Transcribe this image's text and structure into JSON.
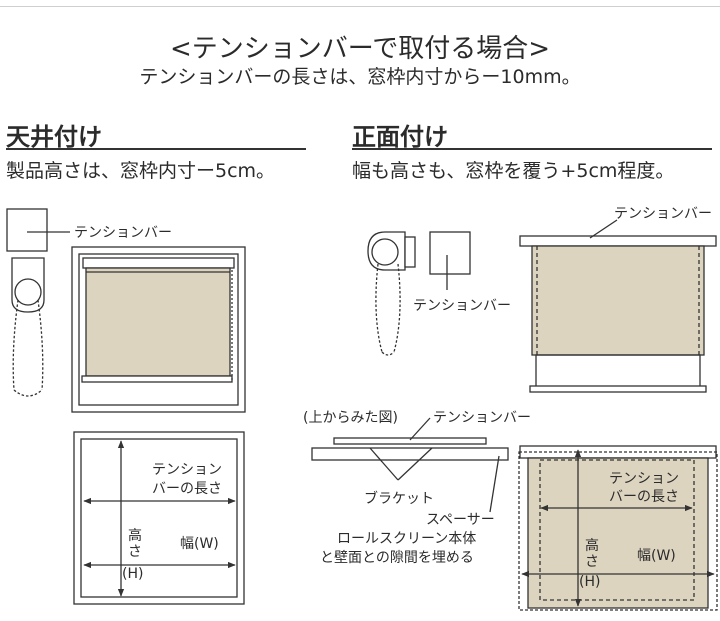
{
  "title": "<テンションバーで取付る場合>",
  "subtitle": "テンションバーの長さは、窓枠内寸からー10mm。",
  "left": {
    "heading": "天井付け",
    "description": "製品高さは、窓枠内寸ー5cm。",
    "label_tension_bar": "テンションバー",
    "label_tension_length_1": "テンション",
    "label_tension_length_2": "バーの長さ",
    "label_height_1": "高",
    "label_height_2": "さ",
    "label_height_3": "(H)",
    "label_width": "幅(W)"
  },
  "right": {
    "heading": "正面付け",
    "description": "幅も高さも、窓枠を覆う+5cm程度。",
    "label_tension_bar_a": "テンションバー",
    "label_tension_bar_b": "テンションバー",
    "label_top_view": "(上からみた図)",
    "label_tension_bar_c": "テンションバー",
    "label_bracket": "ブラケット",
    "label_spacer": "スペーサー",
    "label_spacer_note_1": "ロールスクリーン本体",
    "label_spacer_note_2": "と壁面との隙間を埋める",
    "label_tension_length_1": "テンション",
    "label_tension_length_2": "バーの長さ",
    "label_height_1": "高",
    "label_height_2": "さ",
    "label_height_3": "(H)",
    "label_width": "幅(W)"
  },
  "colors": {
    "fabric": "#ddd4c0",
    "line": "#333333"
  }
}
